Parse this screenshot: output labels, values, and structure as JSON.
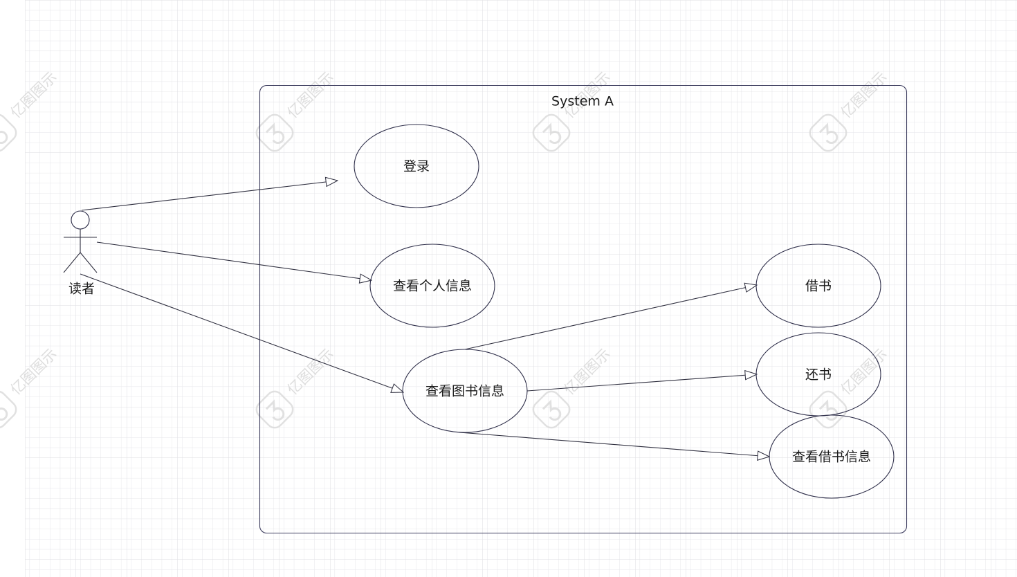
{
  "system": {
    "title": "System A"
  },
  "actor": {
    "label": "读者"
  },
  "use_cases": [
    {
      "id": "login",
      "label": "登录"
    },
    {
      "id": "view-personal-info",
      "label": "查看个人信息"
    },
    {
      "id": "view-book-info",
      "label": "查看图书信息"
    },
    {
      "id": "borrow-book",
      "label": "借书"
    },
    {
      "id": "return-book",
      "label": "还书"
    },
    {
      "id": "view-borrow-info",
      "label": "查看借书信息"
    }
  ],
  "watermark": {
    "text": "亿图图示"
  },
  "colors": {
    "stroke": "#2f2f4a",
    "grid": "#e3e3e6",
    "watermark": "#d9d9d9",
    "text": "#1a1a1a"
  }
}
